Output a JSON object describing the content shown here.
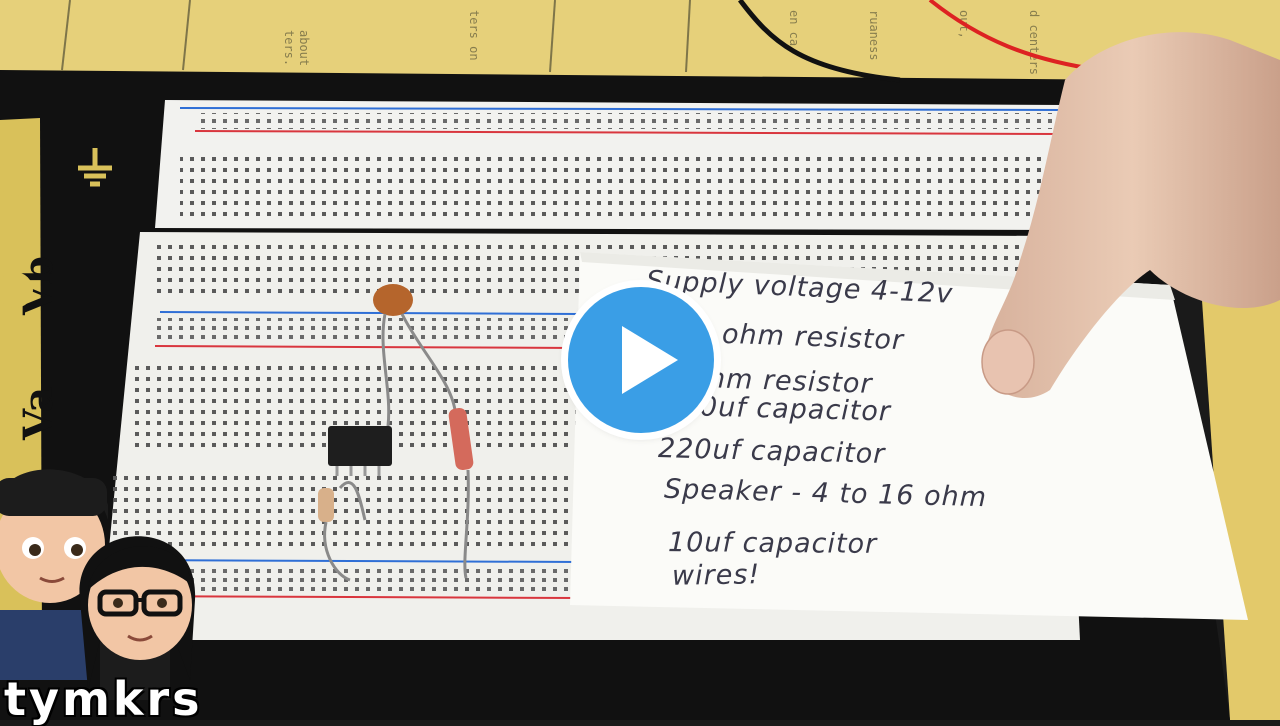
{
  "note": {
    "lines": [
      "Supply voltage  4-12v",
      "ohm resistor",
      "hm resistor",
      "0uf  capacitor",
      "220uf  capacitor",
      "Speaker  -  4 to 16 ohm",
      "10uf  capacitor",
      "wires!"
    ]
  },
  "logo": {
    "text": "tymkrs"
  },
  "colors": {
    "play_button": "#3a9ee6",
    "mat": "#111111",
    "paper": "#e8d27a",
    "breadboard": "#f2f2ef",
    "rail_red": "#d9363e",
    "rail_blue": "#2f6fd6"
  },
  "icons": {
    "play": "play-icon",
    "ground": "ground-symbol-icon"
  }
}
